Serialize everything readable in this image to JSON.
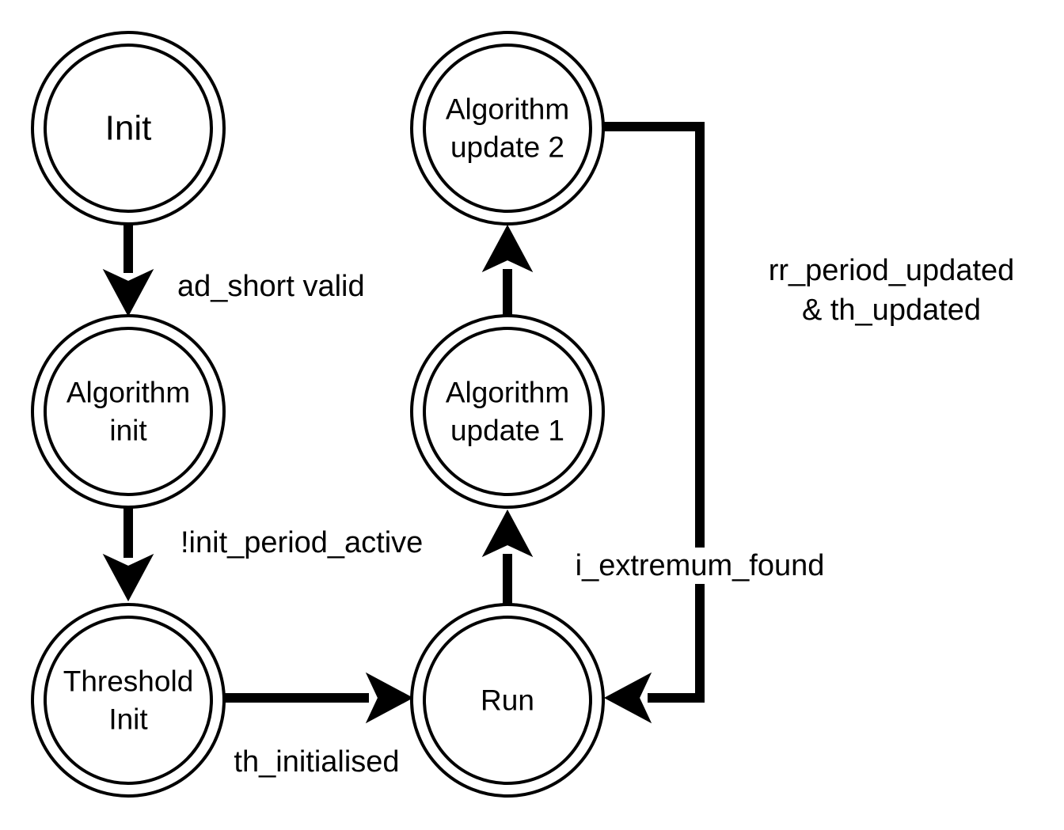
{
  "colors": {
    "stroke": "#000000",
    "fill": "#ffffff",
    "text": "#000000"
  },
  "states": [
    {
      "id": "init",
      "lines": [
        "Init"
      ]
    },
    {
      "id": "algorithm-init",
      "lines": [
        "Algorithm",
        "init"
      ]
    },
    {
      "id": "threshold-init",
      "lines": [
        "Threshold",
        "Init"
      ]
    },
    {
      "id": "run",
      "lines": [
        "Run"
      ]
    },
    {
      "id": "algorithm-update-1",
      "lines": [
        "Algorithm",
        "update 1"
      ]
    },
    {
      "id": "algorithm-update-2",
      "lines": [
        "Algorithm",
        "update 2"
      ]
    }
  ],
  "transitions": [
    {
      "id": "init-to-algorithm-init",
      "from": "init",
      "to": "algorithm-init",
      "lines": [
        "ad_short valid"
      ]
    },
    {
      "id": "algorithm-init-to-threshold-init",
      "from": "algorithm-init",
      "to": "threshold-init",
      "lines": [
        "!init_period_active"
      ]
    },
    {
      "id": "threshold-init-to-run",
      "from": "threshold-init",
      "to": "run",
      "lines": [
        "th_initialised"
      ]
    },
    {
      "id": "run-to-algorithm-update-1",
      "from": "run",
      "to": "algorithm-update-1",
      "lines": [
        "i_extremum_found"
      ]
    },
    {
      "id": "algorithm-update-1-to-algorithm-update-2",
      "from": "algorithm-update-1",
      "to": "algorithm-update-2",
      "lines": []
    },
    {
      "id": "algorithm-update-2-to-run",
      "from": "algorithm-update-2",
      "to": "run",
      "lines": [
        "rr_period_updated",
        "& th_updated"
      ]
    }
  ]
}
